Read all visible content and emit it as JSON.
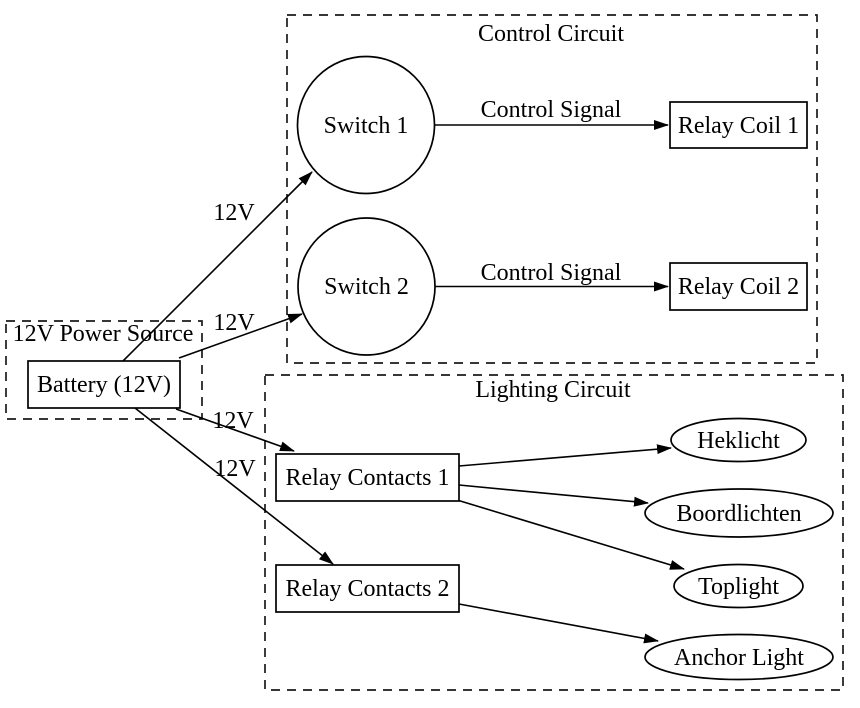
{
  "diagram": {
    "type": "graph",
    "background": "#ffffff",
    "stroke_color": "#000000",
    "clusters": {
      "power": {
        "label": "12V Power Source"
      },
      "control": {
        "label": "Control Circuit"
      },
      "lighting": {
        "label": "Lighting Circuit"
      }
    },
    "nodes": {
      "battery": {
        "label": "Battery (12V)",
        "shape": "box",
        "cluster": "power"
      },
      "switch1": {
        "label": "Switch 1",
        "shape": "circle",
        "cluster": "control"
      },
      "switch2": {
        "label": "Switch 2",
        "shape": "circle",
        "cluster": "control"
      },
      "relay_coil_1": {
        "label": "Relay Coil 1",
        "shape": "box",
        "cluster": "control"
      },
      "relay_coil_2": {
        "label": "Relay Coil 2",
        "shape": "box",
        "cluster": "control"
      },
      "relay_contacts_1": {
        "label": "Relay Contacts 1",
        "shape": "box",
        "cluster": "lighting"
      },
      "relay_contacts_2": {
        "label": "Relay Contacts 2",
        "shape": "box",
        "cluster": "lighting"
      },
      "heklicht": {
        "label": "Heklicht",
        "shape": "ellipse",
        "cluster": "lighting"
      },
      "boordlichten": {
        "label": "Boordlichten",
        "shape": "ellipse",
        "cluster": "lighting"
      },
      "toplight": {
        "label": "Toplight",
        "shape": "ellipse",
        "cluster": "lighting"
      },
      "anchor_light": {
        "label": "Anchor Light",
        "shape": "ellipse",
        "cluster": "lighting"
      }
    },
    "edges": [
      {
        "from": "battery",
        "to": "switch1",
        "label": "12V"
      },
      {
        "from": "battery",
        "to": "switch2",
        "label": "12V"
      },
      {
        "from": "battery",
        "to": "relay_contacts_1",
        "label": "12V"
      },
      {
        "from": "battery",
        "to": "relay_contacts_2",
        "label": "12V"
      },
      {
        "from": "switch1",
        "to": "relay_coil_1",
        "label": "Control Signal"
      },
      {
        "from": "switch2",
        "to": "relay_coil_2",
        "label": "Control Signal"
      },
      {
        "from": "relay_contacts_1",
        "to": "heklicht",
        "label": ""
      },
      {
        "from": "relay_contacts_1",
        "to": "boordlichten",
        "label": ""
      },
      {
        "from": "relay_contacts_1",
        "to": "toplight",
        "label": ""
      },
      {
        "from": "relay_contacts_2",
        "to": "anchor_light",
        "label": ""
      }
    ]
  }
}
